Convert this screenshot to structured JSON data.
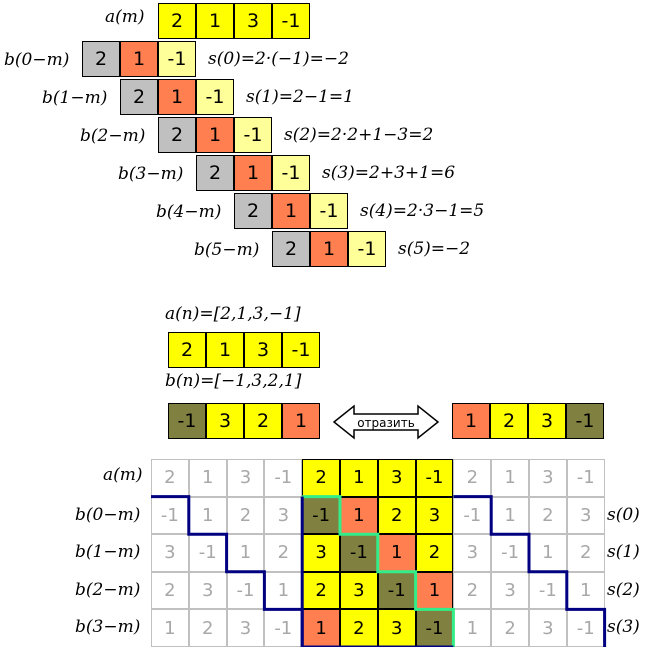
{
  "colors": {
    "yellow": "#ffff00",
    "lightyellow": "#ffff99",
    "orange": "#ff7f50",
    "gray": "#c0c0c0",
    "olive": "#808040",
    "navy": "#000080",
    "green": "#33ee88"
  },
  "top": {
    "a_label": "a(m)",
    "a_values": [
      "2",
      "1",
      "3",
      "-1"
    ],
    "rows": [
      {
        "label": "b(0−m)",
        "values": [
          "2",
          "1",
          "-1"
        ],
        "s": "s(0)=2·(−1)=−2"
      },
      {
        "label": "b(1−m)",
        "values": [
          "2",
          "1",
          "-1"
        ],
        "s": "s(1)=2−1=1"
      },
      {
        "label": "b(2−m)",
        "values": [
          "2",
          "1",
          "-1"
        ],
        "s": "s(2)=2·2+1−3=2"
      },
      {
        "label": "b(3−m)",
        "values": [
          "2",
          "1",
          "-1"
        ],
        "s": "s(3)=2+3+1=6"
      },
      {
        "label": "b(4−m)",
        "values": [
          "2",
          "1",
          "-1"
        ],
        "s": "s(4)=2·3−1=5"
      },
      {
        "label": "b(5−m)",
        "values": [
          "2",
          "1",
          "-1"
        ],
        "s": "s(5)=−2"
      }
    ]
  },
  "middle": {
    "a_eq": "a(n)=[2,1,3,−1]",
    "a_values": [
      "2",
      "1",
      "3",
      "-1"
    ],
    "b_eq": "b(n)=[−1,3,2,1]",
    "b_values": [
      "-1",
      "3",
      "2",
      "1"
    ],
    "reflect_label": "отразить",
    "reflected_values": [
      "1",
      "2",
      "3",
      "-1"
    ]
  },
  "bottom": {
    "a_label": "a(m)",
    "a_row": [
      "2",
      "1",
      "3",
      "-1",
      "2",
      "1",
      "3",
      "-1",
      "2",
      "1",
      "3",
      "-1"
    ],
    "rows": [
      {
        "label": "b(0−m)",
        "s": "s(0)",
        "values": [
          "-1",
          "1",
          "2",
          "3",
          "-1",
          "1",
          "2",
          "3",
          "-1",
          "1",
          "2",
          "3"
        ]
      },
      {
        "label": "b(1−m)",
        "s": "s(1)",
        "values": [
          "3",
          "-1",
          "1",
          "2",
          "3",
          "-1",
          "1",
          "2",
          "3",
          "-1",
          "1",
          "2"
        ]
      },
      {
        "label": "b(2−m)",
        "s": "s(2)",
        "values": [
          "2",
          "3",
          "-1",
          "1",
          "2",
          "3",
          "-1",
          "1",
          "2",
          "3",
          "-1",
          "1"
        ]
      },
      {
        "label": "b(3−m)",
        "s": "s(3)",
        "values": [
          "1",
          "2",
          "3",
          "-1",
          "1",
          "2",
          "3",
          "-1",
          "1",
          "2",
          "3",
          "-1"
        ]
      }
    ]
  }
}
